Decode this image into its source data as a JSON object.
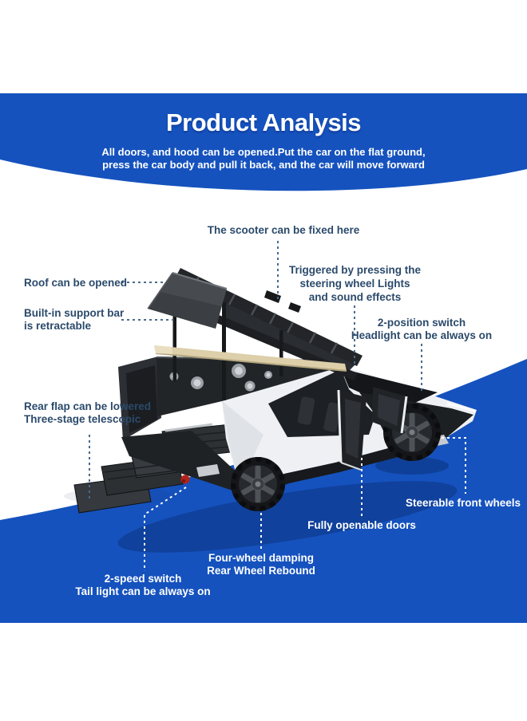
{
  "header": {
    "title": "Product Analysis",
    "subtitle_line1": "All doors, and hood can be opened.Put the car on the flat ground,",
    "subtitle_line2": "press the car body and pull it back, and the car will move forward"
  },
  "callouts": {
    "scooter": {
      "text": "The scooter can be fixed here"
    },
    "roof": {
      "text": "Roof can be opened"
    },
    "support_bar": {
      "line1": "Built-in support bar",
      "line2": "is retractable"
    },
    "steering": {
      "line1": "Triggered by pressing the",
      "line2": "steering wheel Lights",
      "line3": "and sound effects"
    },
    "headlight": {
      "line1": "2-position switch",
      "line2": "Headlight can be always on"
    },
    "rear_flap": {
      "line1": "Rear flap can be lowered",
      "line2": "Three-stage telescopic"
    },
    "front_wheels": {
      "text": "Steerable front wheels"
    },
    "doors": {
      "text": "Fully openable doors"
    },
    "damping": {
      "line1": "Four-wheel damping",
      "line2": "Rear Wheel Rebound"
    },
    "tail_light": {
      "line1": "2-speed switch",
      "line2": "Tail light can be always on"
    }
  },
  "colors": {
    "brand_blue": "#1552be",
    "shadow_blue": "#0a2d73",
    "label_navy": "#2b4a6b",
    "dash_navy": "#4a6a8c",
    "label_white": "#ffffff",
    "taillight_red": "#b3231a",
    "board_beige": "#dccfa9",
    "body_white": "#eef0f3"
  }
}
